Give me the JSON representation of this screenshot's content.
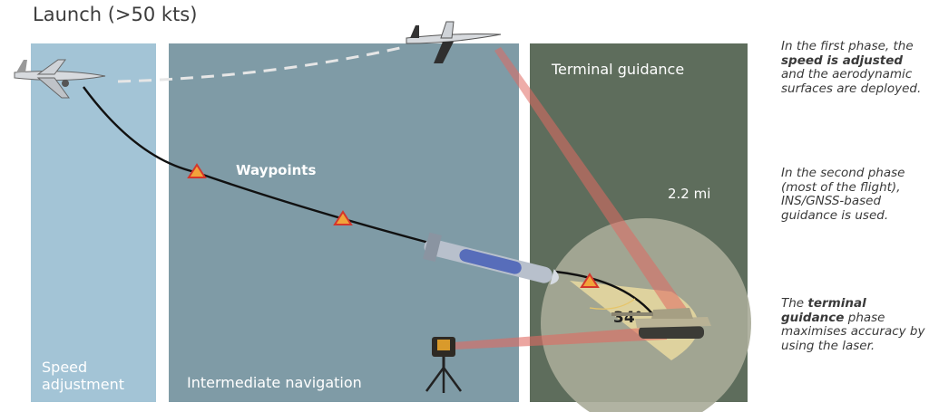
{
  "title": "Launch (>50 kts)",
  "phases": {
    "speed_adjustment": "Speed\nadjustment",
    "intermediate_navigation": "Intermediate navigation",
    "terminal_guidance": "Terminal guidance"
  },
  "labels": {
    "waypoints": "Waypoints",
    "range": "2.2 mi",
    "angle": "34°"
  },
  "descriptions": {
    "phase1": {
      "pre": "In the first phase, the ",
      "bold": "speed is adjusted",
      "post": " and the aerodynamic surfaces are deployed."
    },
    "phase2": {
      "text": "In the second phase (most of the flight), INS/GNSS-based guidance is used."
    },
    "phase3": {
      "pre": "The ",
      "bold": "terminal guidance",
      "post": " phase maximises accuracy by using the laser."
    }
  },
  "icons": [
    "drone-icon",
    "drone-icon",
    "waypoint-marker-icon",
    "missile-icon",
    "tank-icon",
    "laser-designator-icon"
  ],
  "colors": {
    "speed_panel": "#a3c4d6",
    "navigation_panel": "#7f9ba6",
    "terminal_panel": "#5e6d5c",
    "laser": "#e06a63",
    "waypoint_marker": "#f2a33a",
    "seeker_cone": "#e9d9a0"
  }
}
